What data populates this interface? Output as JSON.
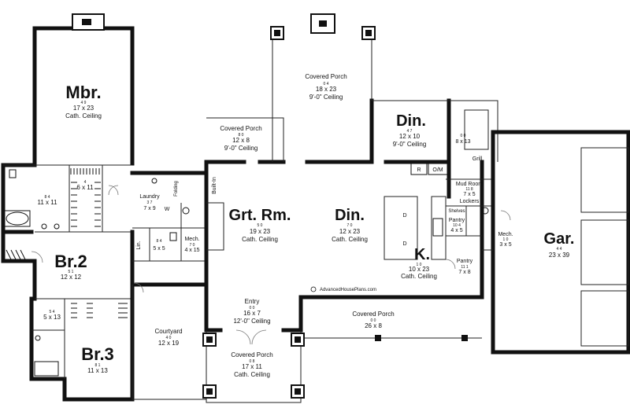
{
  "watermark": "AdvancedHousePlans.com",
  "rooms": {
    "mbr": {
      "name": "Mbr.",
      "dim": "17 x 23",
      "sup": "4   9",
      "note": "Cath. Ceiling"
    },
    "bath1": {
      "name": "",
      "dim": "11 x 11",
      "sup": "8   4"
    },
    "wic1": {
      "name": "",
      "dim": "6 x 11",
      "sup": "4"
    },
    "br2": {
      "name": "Br.2",
      "dim": "12 x 12",
      "sup": "5   1"
    },
    "bath2": {
      "name": "",
      "dim": "5 x 13",
      "sup": "5   4"
    },
    "br3": {
      "name": "Br.3",
      "dim": "11 x 13",
      "sup": "8   1"
    },
    "laundry": {
      "name": "Laundry",
      "dim": "7 x 9",
      "sup": "3   7",
      "extra": "W",
      "extra2": "Folding"
    },
    "mech1": {
      "name": "Mech.",
      "dim": "4 x 15",
      "sup": "7   0"
    },
    "lin": {
      "name": "Lin.",
      "dim": "",
      "sup": ""
    },
    "powder": {
      "name": "",
      "dim": "5 x 5",
      "sup": "8   4"
    },
    "builtin": {
      "name": "Built-In"
    },
    "grtrm": {
      "name": "Grt. Rm.",
      "dim": "19 x 23",
      "sup": "5   0",
      "note": "Cath. Ceiling"
    },
    "din1": {
      "name": "Din.",
      "dim": "12 x 23",
      "sup": "7   0",
      "note": "Cath. Ceiling"
    },
    "kitchen": {
      "name": "K.",
      "dim": "10 x 23",
      "sup": "1   0",
      "note": "Cath. Ceiling",
      "d1": "D",
      "d2": "D"
    },
    "din2": {
      "name": "Din.",
      "dim": "12 x 10",
      "sup": "4   7",
      "note": "9'-0\" Ceiling"
    },
    "porch_top": {
      "name": "Covered Porch",
      "dim": "18 x 23",
      "sup": "0   4",
      "note": "9'-0\" Ceiling"
    },
    "porch_left": {
      "name": "Covered Porch",
      "dim": "12 x 8",
      "sup": "8   0",
      "note": "9'-0\" Ceiling"
    },
    "grill": {
      "name": "Grill",
      "dim": "8 x 13",
      "sup": "0   0"
    },
    "ro": {
      "r": "R",
      "om": "O/M"
    },
    "mudroom": {
      "name": "Mud Room",
      "dim": "7 x 5",
      "sup": "11   8",
      "lockers": "Lockers"
    },
    "pantry1": {
      "name": "Pantry",
      "dim": "4 x 5",
      "sup": "10   4",
      "shelves": "Shelves"
    },
    "mech2": {
      "name": "Mech.",
      "dim": "3 x 5",
      "sup": "1   0"
    },
    "pantry2": {
      "name": "Pantry",
      "dim": "7 x 8",
      "sup": "11   1"
    },
    "gar": {
      "name": "Gar.",
      "dim": "23 x 39",
      "sup": "4   4"
    },
    "entry": {
      "name": "Entry",
      "dim": "16 x 7",
      "sup": "0   0",
      "note": "12'-0\" Ceiling"
    },
    "porch_right": {
      "name": "Covered Porch",
      "dim": "26 x 8",
      "sup": "0   0"
    },
    "courtyard": {
      "name": "Courtyard",
      "dim": "12 x 19",
      "sup": "4   0"
    },
    "porch_front": {
      "name": "Covered Porch",
      "dim": "17 x 11",
      "sup": "0   8",
      "note": "Cath. Ceiling"
    }
  }
}
